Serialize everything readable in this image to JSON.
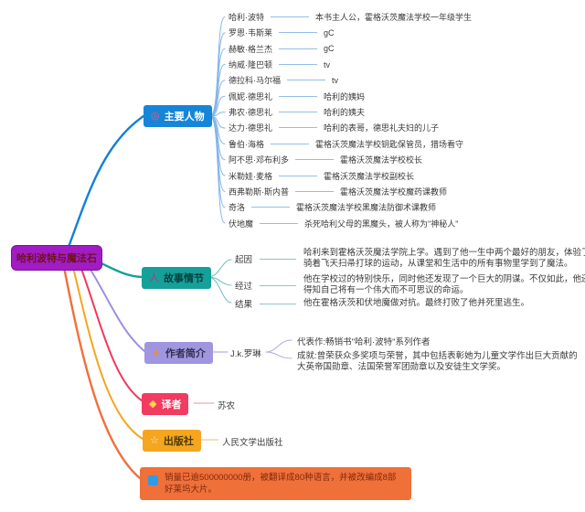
{
  "root": {
    "label": "哈利波特与魔法石"
  },
  "branches": {
    "characters": {
      "label": "主要人物",
      "icon": "person-circle-icon",
      "icon_glyph": "◎",
      "accent": "#1585d8",
      "items": [
        {
          "name": "哈利·波特",
          "desc": "本书主人公，霍格沃茨魔法学校一年级学生"
        },
        {
          "name": "罗恩·韦斯莱",
          "desc": "gC"
        },
        {
          "name": "赫敏·格兰杰",
          "desc": "gC"
        },
        {
          "name": "纳威·隆巴顿",
          "desc": "tv"
        },
        {
          "name": "德拉科·马尔福",
          "desc": "tv"
        },
        {
          "name": "佩妮·德思礼",
          "desc": "哈利的姨妈"
        },
        {
          "name": "弗农·德思礼",
          "desc": "哈利的姨夫"
        },
        {
          "name": "达力·德思礼",
          "desc": "哈利的表哥，德思礼夫妇的儿子"
        },
        {
          "name": "鲁伯·海格",
          "desc": "霍格沃茨魔法学校钥匙保管员，猎场看守"
        },
        {
          "name": "阿不思·邓布利多",
          "desc": "霍格沃茨魔法学校校长"
        },
        {
          "name": "米勒娃·麦格",
          "desc": "霍格沃茨魔法学校副校长"
        },
        {
          "name": "西弗勒斯·斯内普",
          "desc": "霍格沃茨魔法学校魔药课教师"
        },
        {
          "name": "奇洛",
          "desc": "霍格沃茨魔法学校黑魔法防御术课教师"
        },
        {
          "name": "伏地魔",
          "desc": "杀死哈利父母的黑魔头，被人称为\"神秘人\""
        }
      ]
    },
    "plot": {
      "label": "故事情节",
      "icon": "person-figure-icon",
      "icon_glyph": "人",
      "accent": "#16a09a",
      "items": [
        {
          "name": "起因",
          "desc": "哈利来到霍格沃茨魔法学院上学。遇到了他一生中两个最好的朋友，体验了骑着飞天扫帚打球的运动，从课堂和生活中的所有事物里学到了魔法。"
        },
        {
          "name": "经过",
          "desc": "他在学校过的特别快乐，同时他还发现了一个巨大的阴谋。不仅如此，他还得知自己将有一个伟大而不可思议的命运。"
        },
        {
          "name": "结果",
          "desc": "他在霍格沃茨和伏地魔做对抗。最终打败了他并死里逃生。"
        }
      ]
    },
    "author": {
      "label": "作者简介",
      "icon": "star-icon",
      "icon_glyph": "★",
      "accent": "#a096e0",
      "name": "J.k.罗琳",
      "items": [
        {
          "desc": "代表作:畅销书\"哈利·波特\"系列作者"
        },
        {
          "desc": "成就:曾荣获众多奖项与荣誉，其中包括表彰她为儿童文学作出巨大贡献的大英帝国勋章、法国荣誉军团勋章以及安徒生文学奖。"
        }
      ]
    },
    "translator": {
      "label": "译者",
      "icon": "gem-icon",
      "icon_glyph": "◆",
      "accent": "#f23b61",
      "name": "苏农"
    },
    "publisher": {
      "label": "出版社",
      "icon": "star-outline-icon",
      "icon_glyph": "☆",
      "accent": "#f5a61e",
      "name": "人民文学出版社"
    },
    "sales": {
      "icon": "flag-square-icon",
      "accent": "#f0703a",
      "text": "销量已逾500000000册，被翻译成80种语言，并被改编成8部好莱坞大片。"
    }
  },
  "colors": {
    "root_bg": "#a21cc4",
    "root_text": "#6e1220",
    "characters_branch": "#1080d8",
    "characters_leader": "#93bee8",
    "plot_branch": "#12a098",
    "author_branch": "#9e8fe0",
    "translator_branch": "#f2385e",
    "publisher_branch": "#f5a51d",
    "sales_branch": "#f0703a"
  }
}
